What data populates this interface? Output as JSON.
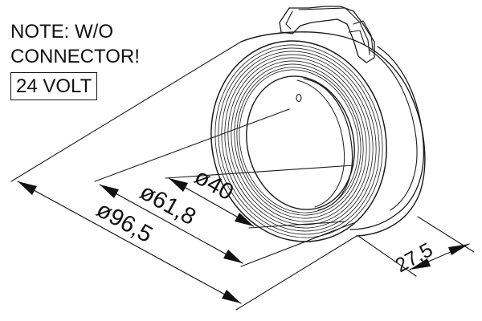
{
  "note": {
    "line1": "NOTE: W/O",
    "line2": "CONNECTOR!",
    "voltage": "24 VOLT"
  },
  "dimensions": {
    "inner_diameter": "ø40",
    "middle_diameter": "ø61,8",
    "outer_diameter": "ø96,5",
    "depth": "27,5"
  }
}
